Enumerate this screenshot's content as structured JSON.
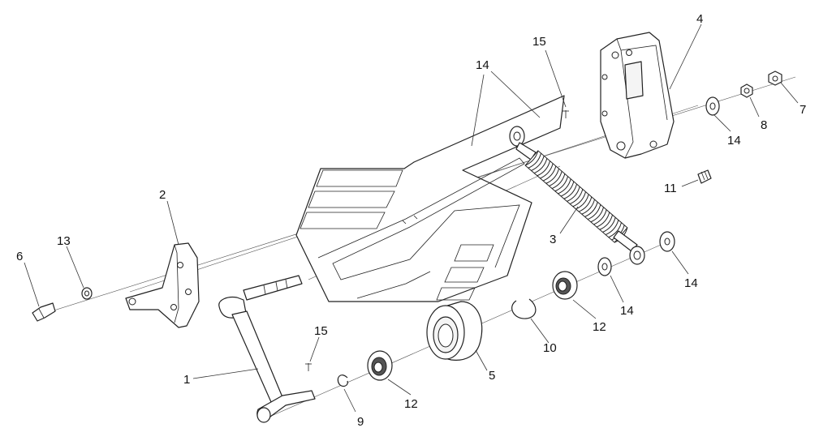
{
  "callouts": [
    {
      "id": "c1",
      "text": "1"
    },
    {
      "id": "c2",
      "text": "2"
    },
    {
      "id": "c3",
      "text": "3"
    },
    {
      "id": "c4",
      "text": "4"
    },
    {
      "id": "c5",
      "text": "5"
    },
    {
      "id": "c6",
      "text": "6"
    },
    {
      "id": "c7",
      "text": "7"
    },
    {
      "id": "c8",
      "text": "8"
    },
    {
      "id": "c9",
      "text": "9"
    },
    {
      "id": "c10",
      "text": "10"
    },
    {
      "id": "c11",
      "text": "11"
    },
    {
      "id": "c12a",
      "text": "12"
    },
    {
      "id": "c12b",
      "text": "12"
    },
    {
      "id": "c13",
      "text": "13"
    },
    {
      "id": "c14a",
      "text": "14"
    },
    {
      "id": "c14b",
      "text": "14"
    },
    {
      "id": "c14c",
      "text": "14"
    },
    {
      "id": "c14d",
      "text": "14"
    },
    {
      "id": "c15a",
      "text": "15"
    },
    {
      "id": "c15b",
      "text": "15"
    }
  ],
  "colors": {
    "line": "#222222",
    "background": "#ffffff"
  }
}
